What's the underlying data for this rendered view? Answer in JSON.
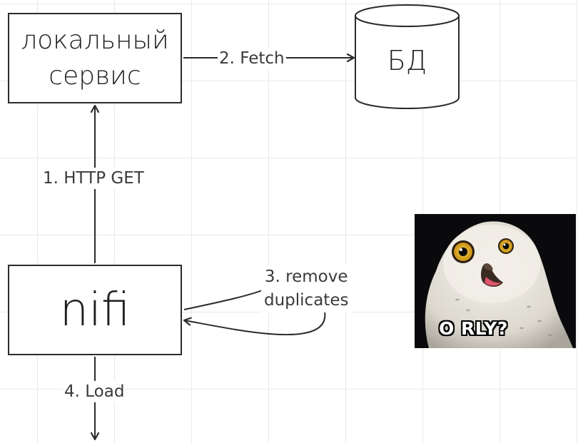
{
  "diagram": {
    "nodes": {
      "local_service": {
        "line1": "локальный",
        "line2": "сервис"
      },
      "database": {
        "label": "БД"
      },
      "nifi": {
        "label": "nifi"
      }
    },
    "edges": {
      "http_get": "1. HTTP GET",
      "fetch": "2. Fetch",
      "remove_duplicates": {
        "line1": "3. remove",
        "line2": "duplicates"
      },
      "load": "4. Load"
    },
    "image": {
      "icon": "owl-meme-image",
      "caption": "O RLY?"
    },
    "colors": {
      "stroke": "#2b2b2b",
      "grid": "#e9e9e9",
      "label_text": "#3a3a3a",
      "meme_background": "#0a0a0c"
    }
  }
}
